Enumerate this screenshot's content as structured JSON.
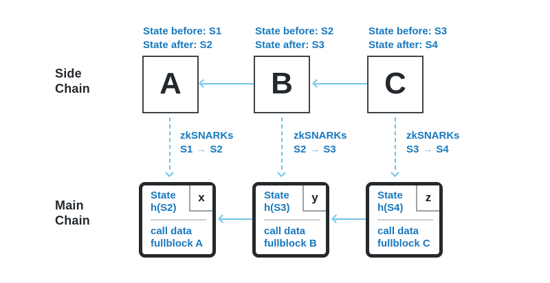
{
  "colors": {
    "text_blue": "#1878be",
    "arrow_light_blue": "#6fc5e8",
    "dark": "#23282d",
    "divider_gray": "#c9ced3"
  },
  "row_labels": {
    "side_chain": "Side\nChain",
    "main_chain": "Main\nChain"
  },
  "side_blocks": [
    {
      "letter": "A",
      "state_label": "State before: S1\nState after: S2",
      "zk_title": "zkSNARKs",
      "zk_from": "S1",
      "zk_to": "S2"
    },
    {
      "letter": "B",
      "state_label": "State before: S2\nState after: S3",
      "zk_title": "zkSNARKs",
      "zk_from": "S2",
      "zk_to": "S3"
    },
    {
      "letter": "C",
      "state_label": "State before: S3\nState after: S4",
      "zk_title": "zkSNARKs",
      "zk_from": "S3",
      "zk_to": "S4"
    }
  ],
  "main_blocks": [
    {
      "tab": "x",
      "state": "State\nh(S2)",
      "call_data": "call data\nfullblock A"
    },
    {
      "tab": "y",
      "state": "State\nh(S3)",
      "call_data": "call data\nfullblock B"
    },
    {
      "tab": "z",
      "state": "State\nh(S4)",
      "call_data": "call data\nfullblock C"
    }
  ],
  "icons": {
    "transition_arrow_glyph": "→"
  }
}
